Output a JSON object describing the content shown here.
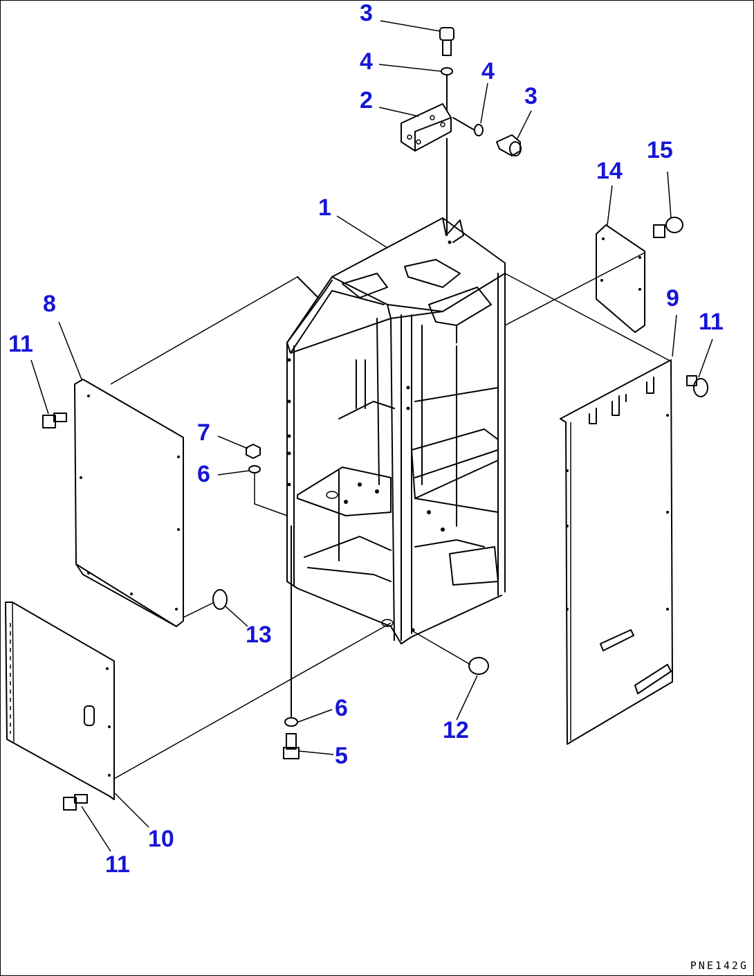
{
  "diagram": {
    "code": "PNE142G",
    "callouts": [
      {
        "id": "c3a",
        "text": "3"
      },
      {
        "id": "c4a",
        "text": "4"
      },
      {
        "id": "c4b",
        "text": "4"
      },
      {
        "id": "c3b",
        "text": "3"
      },
      {
        "id": "c2",
        "text": "2"
      },
      {
        "id": "c15",
        "text": "15"
      },
      {
        "id": "c14",
        "text": "14"
      },
      {
        "id": "c1",
        "text": "1"
      },
      {
        "id": "c9",
        "text": "9"
      },
      {
        "id": "c11a",
        "text": "11"
      },
      {
        "id": "c8",
        "text": "8"
      },
      {
        "id": "c11b",
        "text": "11"
      },
      {
        "id": "c7",
        "text": "7"
      },
      {
        "id": "c6a",
        "text": "6"
      },
      {
        "id": "c13",
        "text": "13"
      },
      {
        "id": "c6b",
        "text": "6"
      },
      {
        "id": "c12",
        "text": "12"
      },
      {
        "id": "c5",
        "text": "5"
      },
      {
        "id": "c10",
        "text": "10"
      },
      {
        "id": "c11c",
        "text": "11"
      }
    ]
  }
}
